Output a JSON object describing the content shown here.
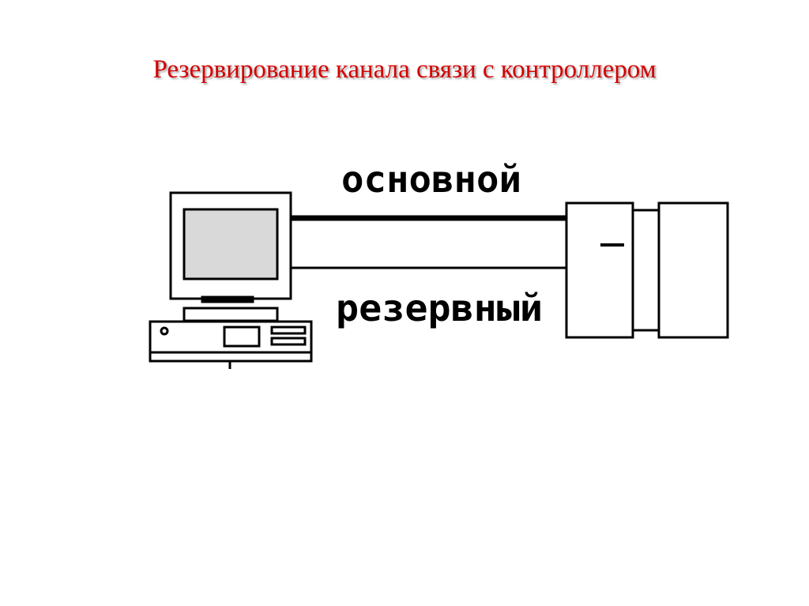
{
  "slide": {
    "title": "Резервирование канала связи с контроллером"
  },
  "diagram": {
    "main_channel_label": "основной",
    "backup_channel_label": "резервный"
  },
  "colors": {
    "title": "#d40000",
    "line": "#000000",
    "screen": "#d9d9d9",
    "background": "#ffffff"
  }
}
